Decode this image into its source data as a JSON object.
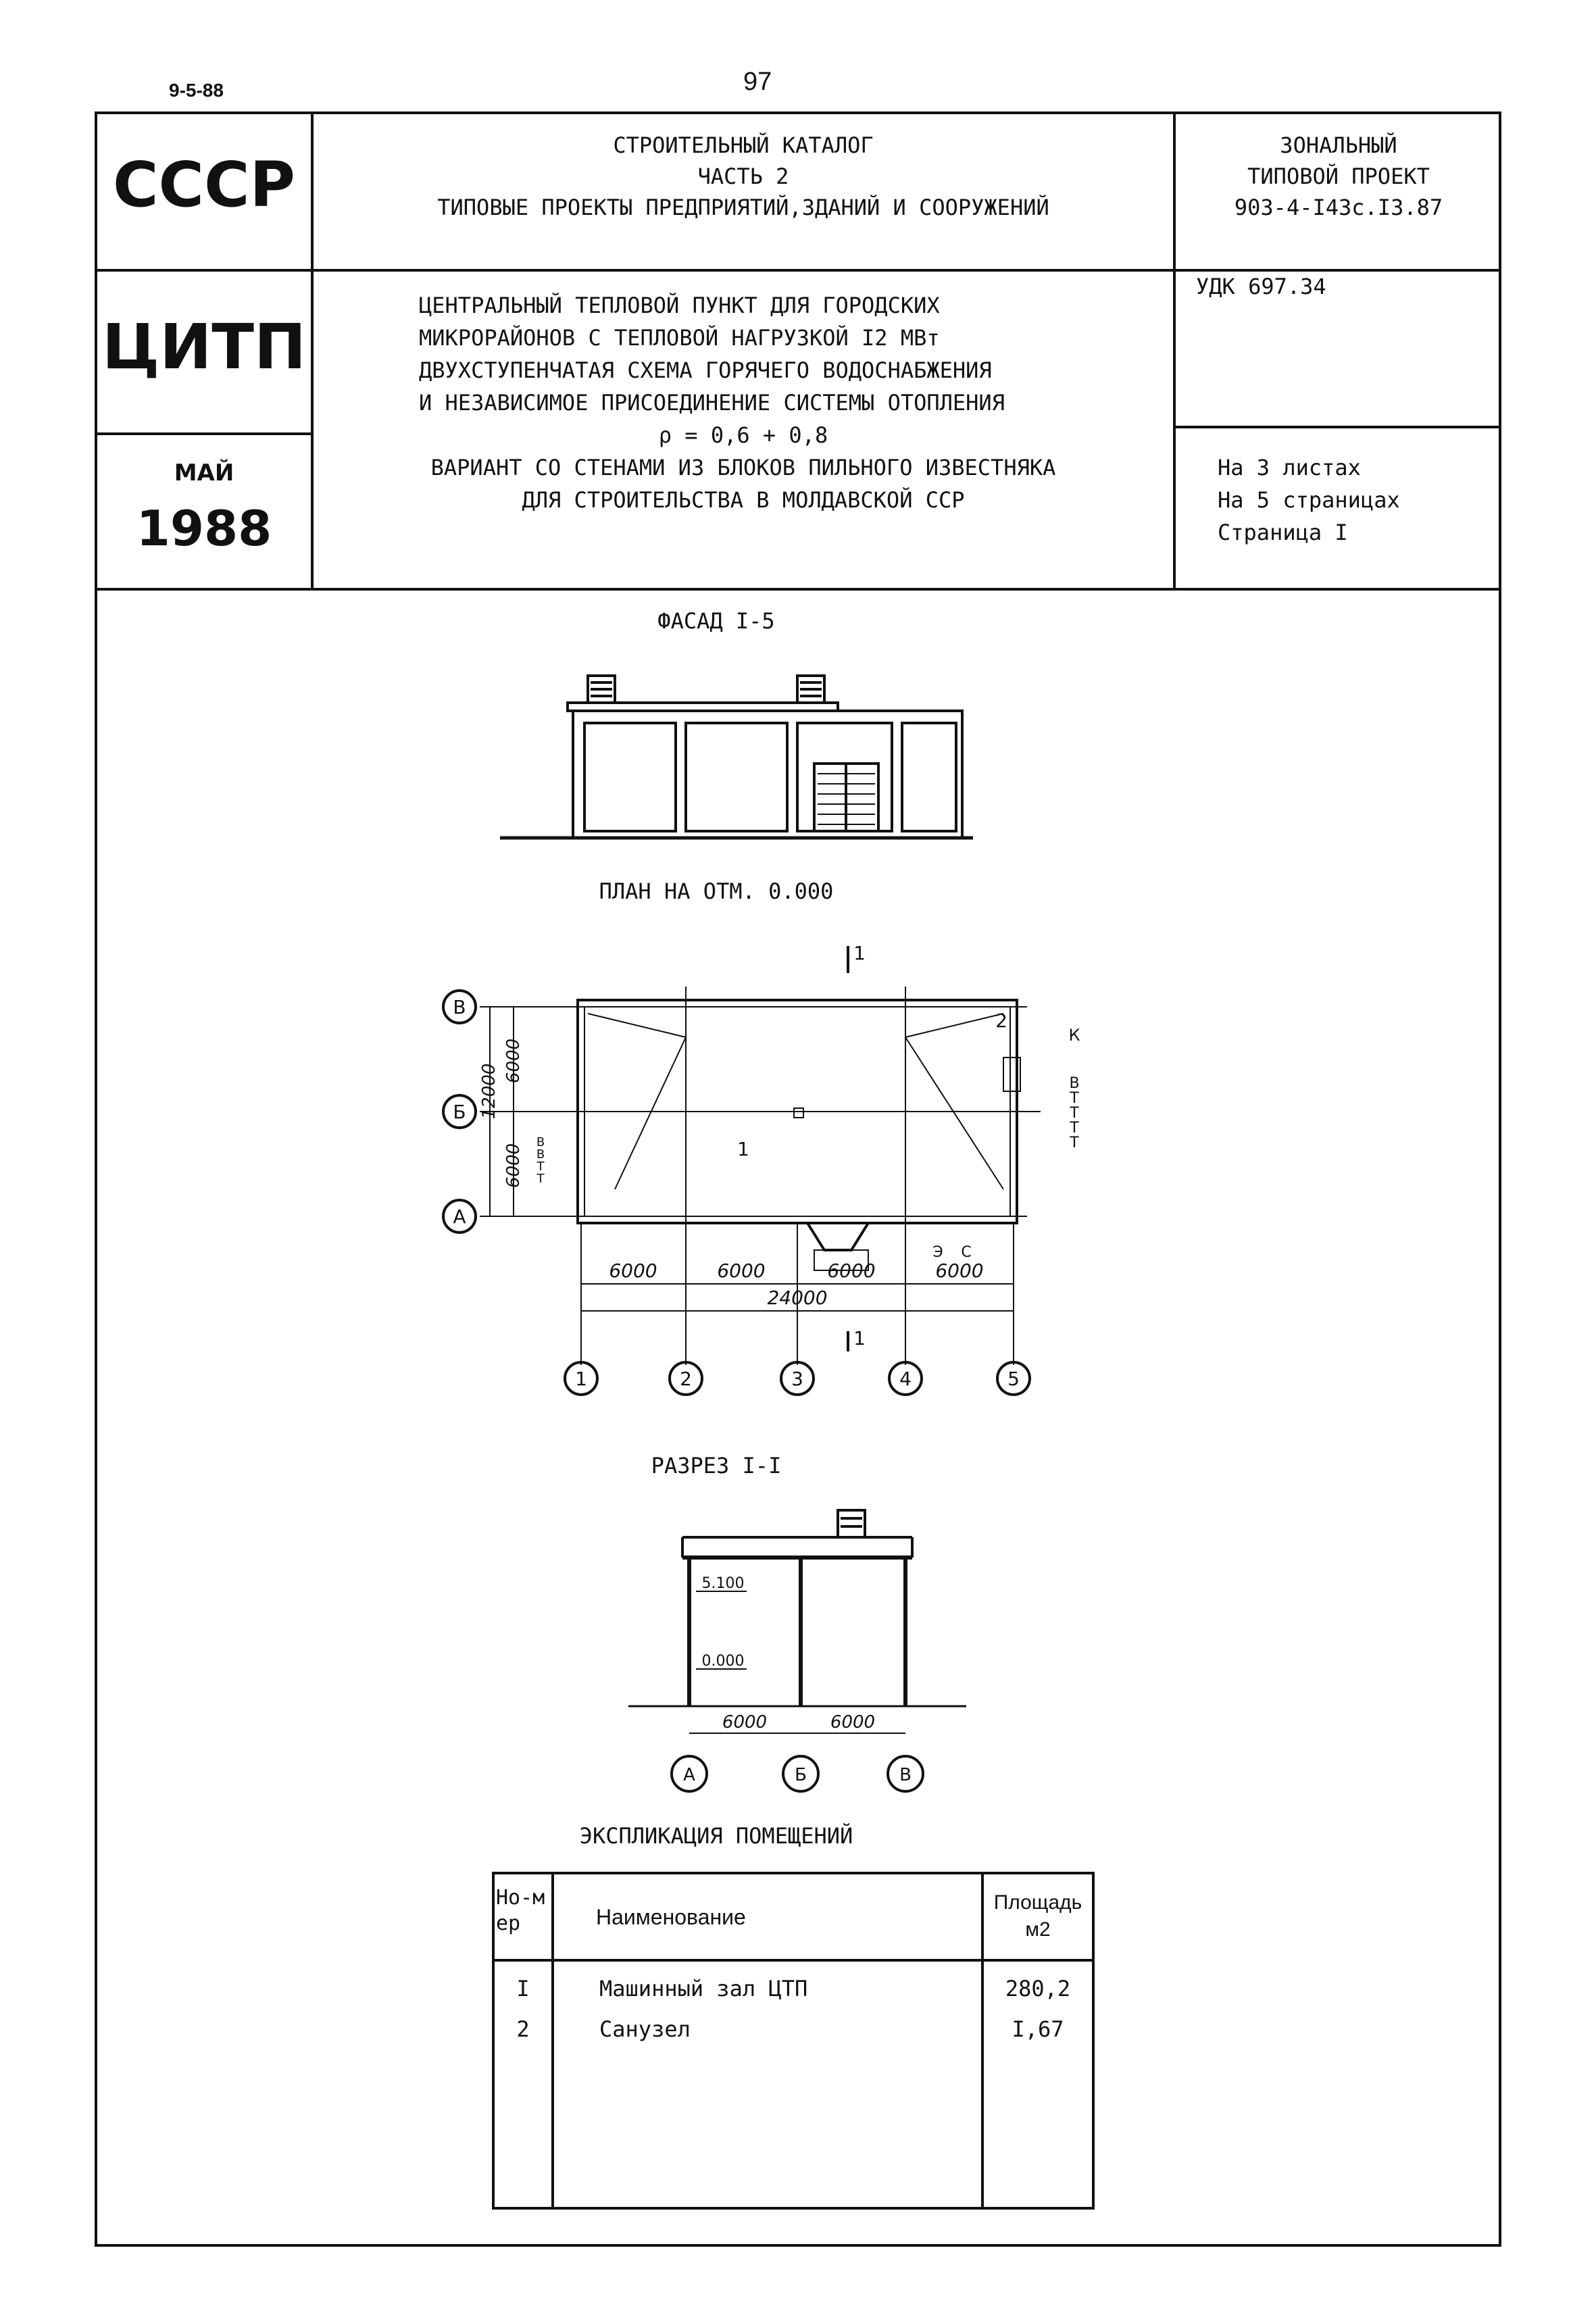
{
  "page": {
    "top_code": "9-5-88",
    "number": "97"
  },
  "header": {
    "org1": "СССР",
    "org2": "ЦИТП",
    "month": "МАЙ",
    "year": "1988",
    "catalog": [
      "СТРОИТЕЛЬНЫЙ КАТАЛОГ",
      "ЧАСТЬ 2",
      "ТИПОВЫЕ ПРОЕКТЫ ПРЕДПРИЯТИЙ,ЗДАНИЙ И СООРУЖЕНИЙ"
    ],
    "project": [
      "ЗОНАЛЬНЫЙ",
      "ТИПОВОЙ ПРОЕКТ",
      "903-4-I43с.I3.87"
    ],
    "udk": "УДК 697.34",
    "title_lines": [
      "ЦЕНТРАЛЬНЫЙ ТЕПЛОВОЙ ПУНКТ ДЛЯ ГОРОДСКИХ",
      "МИКРОРАЙОНОВ С ТЕПЛОВОЙ НАГРУЗКОЙ I2 МВт",
      "ДВУХСТУПЕНЧАТАЯ СХЕМА ГОРЯЧЕГО ВОДОСНАБЖЕНИЯ",
      "И НЕЗАВИСИМОЕ ПРИСОЕДИНЕНИЕ СИСТЕМЫ ОТОПЛЕНИЯ",
      "ρ = 0,6 + 0,8",
      "ВАРИАНТ СО СТЕНАМИ ИЗ БЛОКОВ ПИЛЬНОГО ИЗВЕСТНЯКА",
      "ДЛЯ СТРОИТЕЛЬСТВА В МОЛДАВСКОЙ ССР"
    ],
    "sheets": [
      "На 3 листах",
      "На 5 страницах",
      "Страница I"
    ]
  },
  "drawings": {
    "facade_title": "ФАСАД I-5",
    "plan_title": "ПЛАН НА ОТМ. 0.000",
    "section_title": "РАЗРЕЗ I-I",
    "plan": {
      "axes_h": [
        "В",
        "Б",
        "А"
      ],
      "axes_v": [
        "1",
        "2",
        "3",
        "4",
        "5"
      ],
      "dims_bottom": [
        "6000",
        "6000",
        "6000",
        "6000"
      ],
      "dim_total": "24000",
      "dims_left": [
        "12000",
        "6000",
        "6000"
      ],
      "room_labels": [
        "1",
        "2"
      ],
      "cut_mark": "1",
      "pipes_right": [
        "К",
        "В",
        "Т",
        "Т",
        "Т",
        "Т"
      ],
      "pipes_left": [
        "В",
        "В",
        "Т",
        "Т"
      ],
      "entry_labels": [
        "Э",
        "С"
      ]
    },
    "section": {
      "mark_top": "5.100",
      "mark_floor": "0.000",
      "dims": [
        "6000",
        "6000"
      ],
      "axes": [
        "А",
        "Б",
        "В"
      ]
    }
  },
  "explication": {
    "title": "ЭКСПЛИКАЦИЯ ПОМЕЩЕНИЙ",
    "headers": [
      "Но-мер",
      "Наименование",
      "Площадь м2"
    ],
    "rows": [
      {
        "num": "I",
        "name": "Машинный зал ЦТП",
        "area": "280,2"
      },
      {
        "num": "2",
        "name": "Санузел",
        "area": "I,67"
      }
    ]
  }
}
